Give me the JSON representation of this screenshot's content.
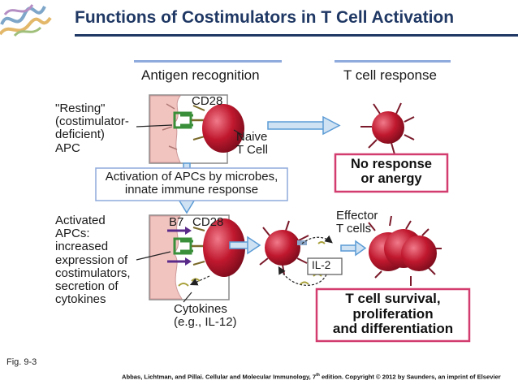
{
  "slide": {
    "title": "Functions of Costimulators in T Cell Activation",
    "figure_label": "Fig. 9-3",
    "credit_main": "Abbas, Lichtman, and Pillai. Cellular and Molecular Immunology, 7",
    "credit_sup": "th",
    "credit_tail": " edition. Copyright © 2012 by Saunders, an imprint of Elsevier"
  },
  "diagram": {
    "header_antigen": "Antigen recognition",
    "header_response": "T cell response",
    "resting_apc": [
      "\"Resting\"",
      "(costimulator-",
      "deficient)",
      "APC"
    ],
    "cd28_top": "CD28",
    "naive_t_cell": [
      "Naive",
      "T Cell"
    ],
    "no_response": [
      "No response",
      "or anergy"
    ],
    "activation": [
      "Activation of APCs by microbes,",
      "innate immune response"
    ],
    "activated_apc": [
      "Activated",
      "APCs:",
      "increased",
      "expression of",
      "costimulators,",
      "secretion of",
      "cytokines"
    ],
    "b7": "B7",
    "cd28_bottom": "CD28",
    "effector": [
      "Effector",
      "T cells"
    ],
    "il2": "IL-2",
    "cytokines": [
      "Cytokines",
      "(e.g., IL-12)"
    ],
    "survival": [
      "T cell survival,",
      "proliferation",
      "and differentiation"
    ]
  },
  "colors": {
    "title": "#1f3864",
    "arrow_blue": "#5b9bd5",
    "tcell_red": "#c0182e",
    "apc_pink": "#f2c4c0",
    "highlight_box": "#d23c6e"
  }
}
